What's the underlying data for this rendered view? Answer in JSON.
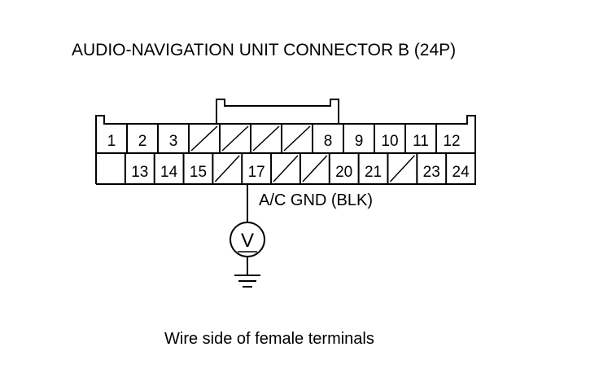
{
  "title": "AUDIO-NAVIGATION UNIT CONNECTOR B (24P)",
  "caption": "Wire side of female terminals",
  "wire_label": "A/C GND (BLK)",
  "meter_symbol": "V",
  "connector": {
    "top_row": [
      "1",
      "2",
      "3",
      "",
      "",
      "",
      "",
      "8",
      "9",
      "10",
      "11",
      "12"
    ],
    "bottom_row": [
      "",
      "13",
      "14",
      "15",
      "",
      "17",
      "",
      "",
      "20",
      "21",
      "",
      "23",
      "24"
    ]
  },
  "icons": [
    "voltmeter-icon",
    "ground-icon"
  ]
}
